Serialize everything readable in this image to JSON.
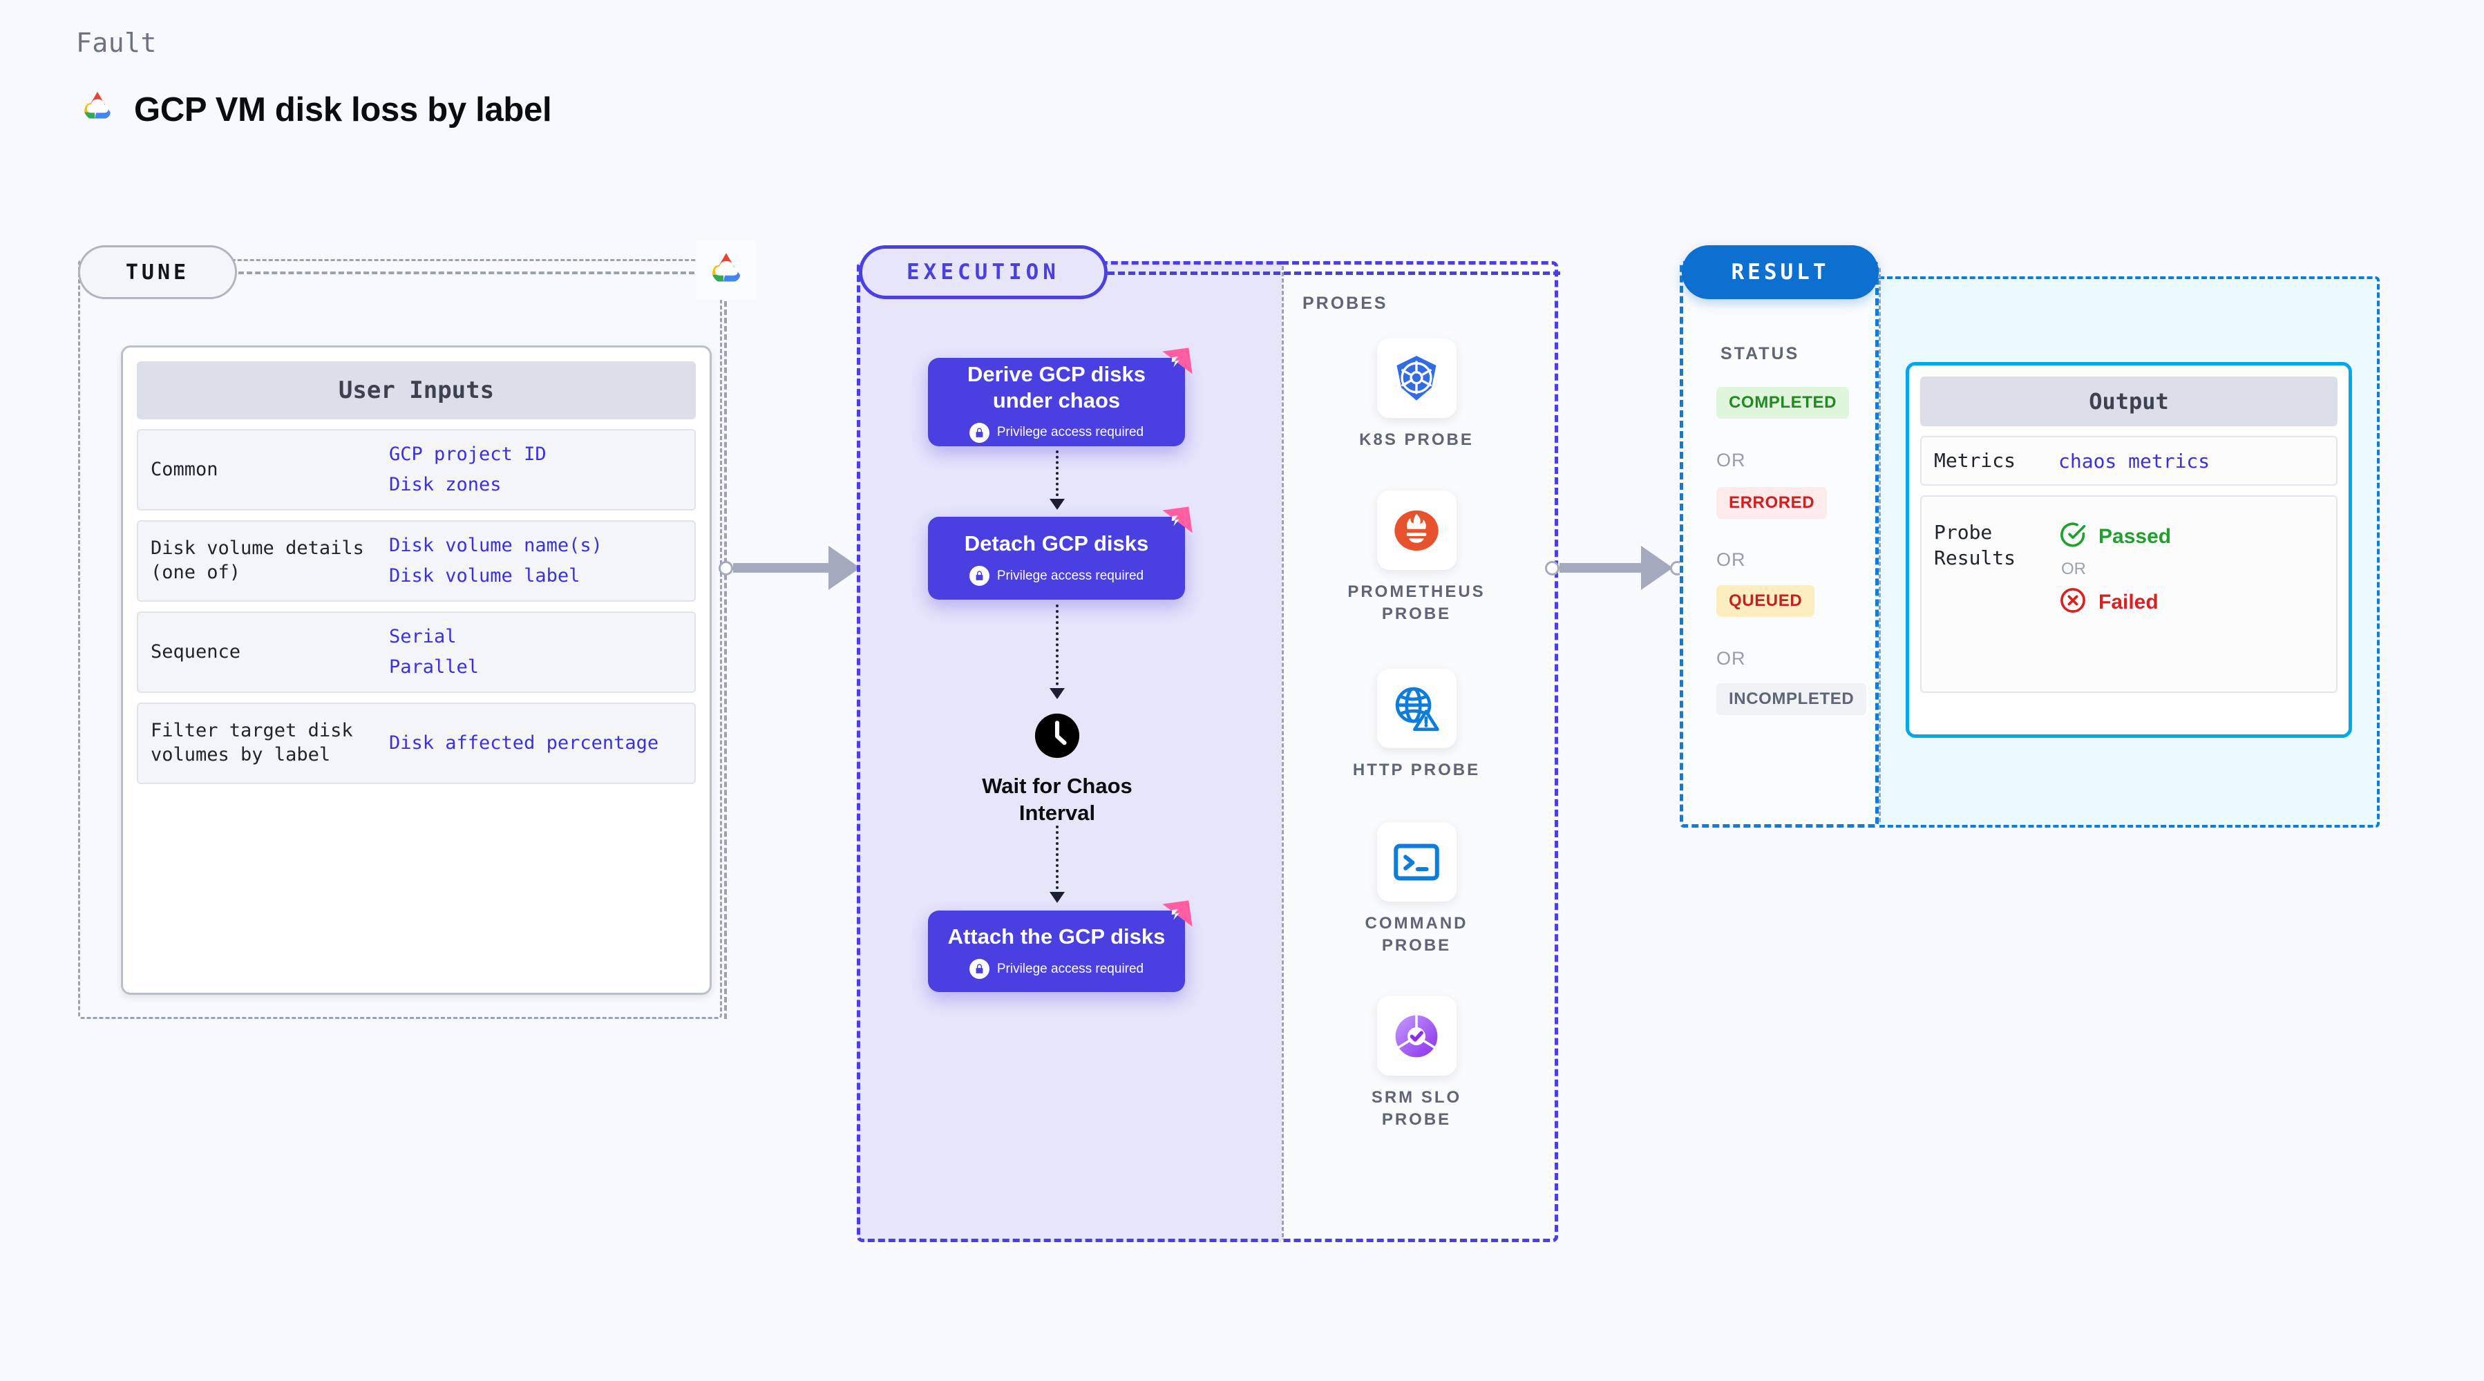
{
  "header": {
    "eyebrow": "Fault",
    "title": "GCP VM disk loss by label",
    "logo_icon": "gcp-logo-icon"
  },
  "tune": {
    "pill_label": "TUNE",
    "logo_icon": "gcp-logo-icon",
    "table": {
      "title": "User Inputs",
      "rows": [
        {
          "key": "Common",
          "values": [
            "GCP project ID",
            "Disk zones"
          ]
        },
        {
          "key": "Disk volume details (one of)",
          "values": [
            "Disk volume name(s)",
            "Disk volume label"
          ]
        },
        {
          "key": "Sequence",
          "values": [
            "Serial",
            "Parallel"
          ]
        },
        {
          "key": "Filter target disk volumes by label",
          "values": [
            "Disk affected percentage"
          ]
        }
      ]
    }
  },
  "execution": {
    "pill_label": "EXECUTION",
    "privilege_label": "Privilege access required",
    "nodes": [
      {
        "title": "Derive GCP disks under chaos",
        "privileged": true
      },
      {
        "title": "Detach GCP disks",
        "privileged": true
      },
      {
        "title": "Attach the GCP disks",
        "privileged": true
      }
    ],
    "wait_step": {
      "label": "Wait for Chaos Interval",
      "icon": "clock-icon"
    }
  },
  "probes": {
    "title": "PROBES",
    "items": [
      {
        "label": "K8S PROBE",
        "icon": "kubernetes-icon"
      },
      {
        "label": "PROMETHEUS PROBE",
        "icon": "prometheus-icon"
      },
      {
        "label": "HTTP PROBE",
        "icon": "http-globe-warning-icon"
      },
      {
        "label": "COMMAND PROBE",
        "icon": "terminal-icon"
      },
      {
        "label": "SRM SLO PROBE",
        "icon": "srm-slo-icon"
      }
    ]
  },
  "result": {
    "pill_label": "RESULT",
    "status_label": "STATUS",
    "or_label": "OR",
    "statuses": [
      {
        "text": "COMPLETED",
        "bg": "#dff6dd",
        "fg": "#1f8a1f"
      },
      {
        "text": "ERRORED",
        "bg": "#fdeaea",
        "fg": "#cf1f1f"
      },
      {
        "text": "QUEUED",
        "bg": "#fdeec0",
        "fg": "#c42121"
      },
      {
        "text": "INCOMPLETED",
        "bg": "#f1f2f6",
        "fg": "#5e6576"
      }
    ]
  },
  "output": {
    "title": "Output",
    "metrics_key": "Metrics",
    "metrics_value": "chaos metrics",
    "probe_results_key": "Probe Results",
    "or_label": "OR",
    "passed_label": "Passed",
    "failed_label": "Failed",
    "passed_color": "#1fa02f",
    "failed_color": "#dc2020"
  },
  "colors": {
    "execution_accent": "#4a3fe0",
    "result_accent": "#0d6fd0",
    "output_accent": "#02a8e8",
    "tune_accent": "#9aa2b1",
    "page_bg": "#f8f9fc"
  }
}
